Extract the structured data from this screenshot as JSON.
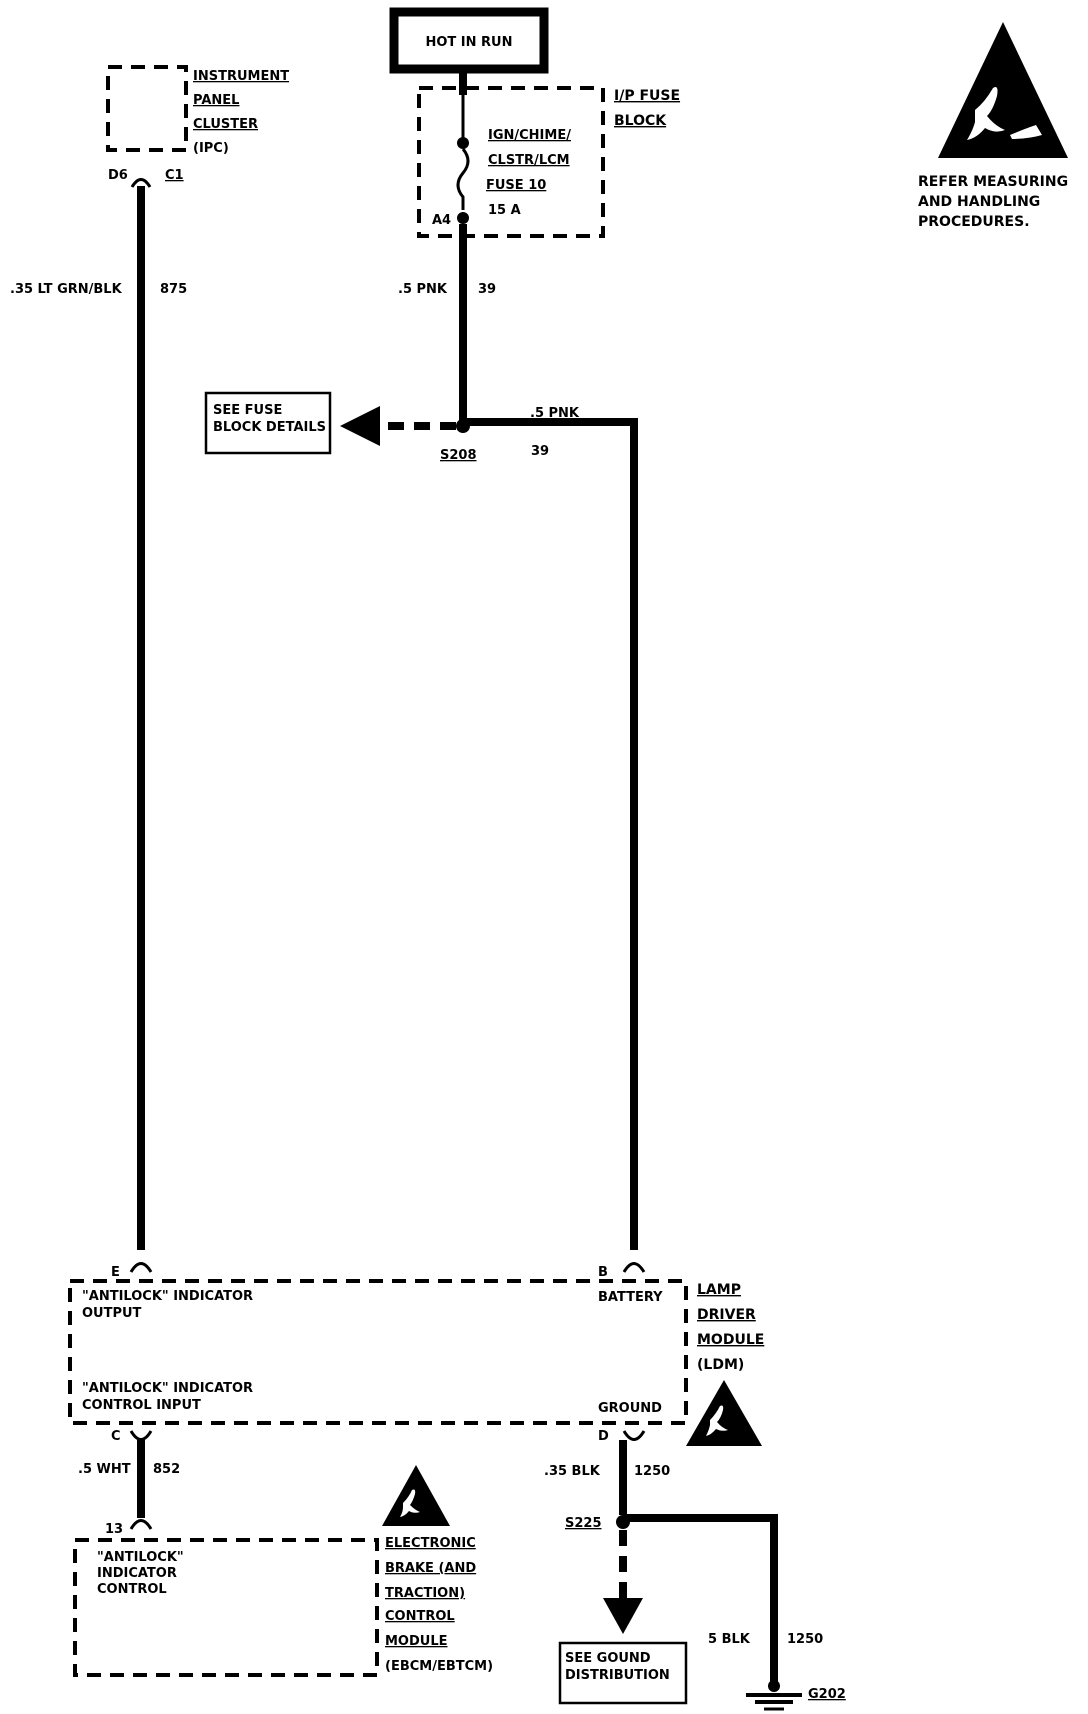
{
  "components": {
    "ipc": {
      "lines": [
        "INSTRUMENT",
        "PANEL",
        "CLUSTER",
        "(IPC)"
      ],
      "pin_left": "D6",
      "pin_right": "C1"
    },
    "hot_in_run": "HOT IN RUN",
    "fuse_block": {
      "lines": [
        "I/P FUSE",
        "BLOCK"
      ],
      "fuse_lines": [
        "IGN/CHIME/",
        "CLSTR/LCM",
        "FUSE 10",
        "15 A"
      ],
      "pin": "A4"
    },
    "esd_note": [
      "REFER MEASURING",
      "AND HANDLING",
      "PROCEDURES."
    ],
    "see_fuse_block": [
      "SEE FUSE",
      "BLOCK DETAILS"
    ],
    "ldm": {
      "lines": [
        "LAMP",
        "DRIVER",
        "MODULE",
        "(LDM)"
      ],
      "pin_e": "E",
      "pin_b": "B",
      "pin_c": "C",
      "pin_d": "D",
      "antilock_output": [
        "\"ANTILOCK\" INDICATOR",
        "OUTPUT"
      ],
      "battery": "BATTERY",
      "antilock_control_input": [
        "\"ANTILOCK\" INDICATOR",
        "CONTROL INPUT"
      ],
      "ground": "GROUND"
    },
    "ebcm": {
      "lines": [
        "ELECTRONIC",
        "BRAKE (AND",
        "TRACTION)",
        "CONTROL",
        "MODULE",
        "(EBCM/EBTCM)"
      ],
      "inner": [
        "\"ANTILOCK\"",
        "INDICATOR",
        "CONTROL"
      ],
      "pin": "13"
    },
    "see_ground": [
      "SEE GOUND",
      "DISTRIBUTION"
    ]
  },
  "wires": {
    "w875": {
      "size_color": ".35 LT GRN/BLK",
      "circuit": "875"
    },
    "w39_top": {
      "size_color": ".5 PNK",
      "circuit": "39"
    },
    "w39_right": {
      "size_color": ".5 PNK",
      "circuit": "39"
    },
    "w852": {
      "size_color": ".5 WHT",
      "circuit": "852"
    },
    "w1250_top": {
      "size_color": ".35 BLK",
      "circuit": "1250"
    },
    "w1250_bottom": {
      "size_color": "5 BLK",
      "circuit": "1250"
    }
  },
  "splices": {
    "s208": "S208",
    "s225": "S225"
  },
  "ground": "G202"
}
